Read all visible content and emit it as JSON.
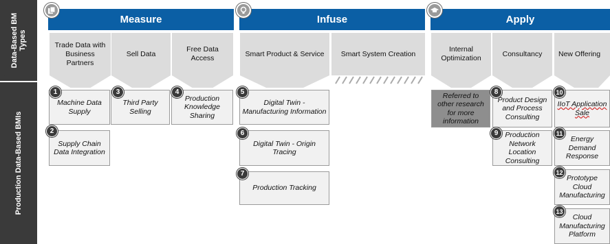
{
  "sidebar": {
    "top_label": "Data-Based BM Types",
    "bottom_label": "Production Data-Based BMIs"
  },
  "categories": [
    {
      "title": "Measure",
      "icon": "document-icon"
    },
    {
      "title": "Infuse",
      "icon": "lightbulb-icon"
    },
    {
      "title": "Apply",
      "icon": "graduation-cap-icon"
    }
  ],
  "types": [
    "Trade Data with Business Partners",
    "Sell Data",
    "Free Data Access",
    "Smart Product & Service",
    "Smart System Creation",
    "Internal Optimization",
    "Consultancy",
    "New Offering"
  ],
  "bmis": [
    {
      "num": "1",
      "label": "Machine Data Supply"
    },
    {
      "num": "2",
      "label": "Supply Chain Data Integration"
    },
    {
      "num": "3",
      "label": "Third Party Selling"
    },
    {
      "num": "4",
      "label": "Production Knowledge Sharing"
    },
    {
      "num": "5",
      "label": "Digital Twin - Manufacturing Information"
    },
    {
      "num": "6",
      "label": "Digital Twin - Origin Tracing"
    },
    {
      "num": "7",
      "label": "Production Tracking"
    },
    {
      "num": "8",
      "label": "Product Design and Process Consulting"
    },
    {
      "num": "9",
      "label": "Production Network Location Consulting"
    },
    {
      "num": "10",
      "label": "IIoT Application Sale"
    },
    {
      "num": "11",
      "label": "Energy Demand Response"
    },
    {
      "num": "12",
      "label": "Prototype Cloud Manufacturing"
    },
    {
      "num": "13",
      "label": "Cloud Manufacturing Platform"
    }
  ],
  "referred_note": "Referred to other research for more information",
  "colors": {
    "category_blue": "#0b5fa5",
    "sidebar_dark": "#3a3a3a",
    "type_gray": "#dcdcdc",
    "note_gray": "#8e8e8e"
  }
}
